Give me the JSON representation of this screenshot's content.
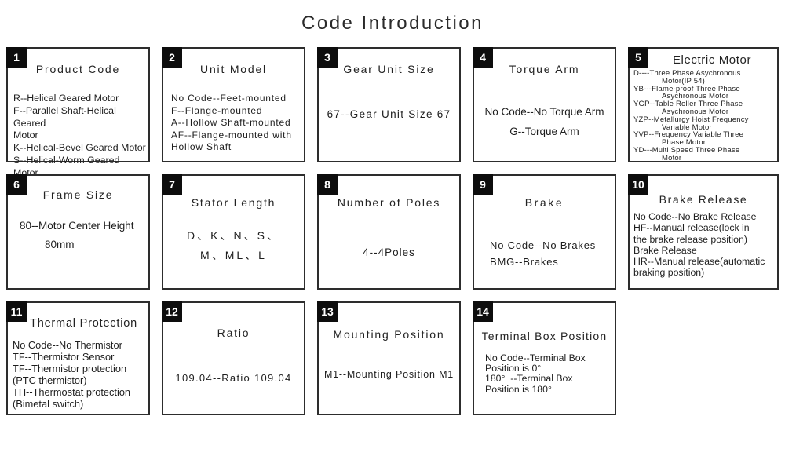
{
  "title": "Code Introduction",
  "colors": {
    "badge_bg": "#0d0d0d",
    "border": "#2d2d2d",
    "text": "#1e1e1e"
  },
  "boxes": [
    {
      "num": "1",
      "title": "Product Code",
      "lines": [
        {
          "text": "R--Helical Geared Motor"
        },
        {
          "text": "F--Parallel Shaft-Helical Geared"
        },
        {
          "text": "Motor"
        },
        {
          "text": "K--Helical-Bevel Geared Motor"
        },
        {
          "text": "S--Helical-Worm Geared Motor"
        }
      ]
    },
    {
      "num": "2",
      "title": "Unit Model",
      "lines": [
        {
          "text": "No Code--Feet-mounted"
        },
        {
          "text": "F--Flange-mounted"
        },
        {
          "text": "A--Hollow Shaft-mounted"
        },
        {
          "text": "AF--Flange-mounted with"
        },
        {
          "text": "Hollow Shaft"
        }
      ]
    },
    {
      "num": "3",
      "title": "Gear Unit Size",
      "lines": [
        {
          "text": "67--Gear Unit Size 67"
        }
      ]
    },
    {
      "num": "4",
      "title": "Torque Arm",
      "lines": [
        {
          "text": "No Code--No Torque Arm"
        },
        {
          "text": "G--Torque Arm"
        }
      ]
    },
    {
      "num": "5",
      "title": "Electric Motor",
      "lines": [
        {
          "text": "D----Three Phase Asychronous"
        },
        {
          "text": "Motor(IP 54)",
          "indent": true
        },
        {
          "text": "YB---Flame-proof Three Phase"
        },
        {
          "text": "Asychronous Motor",
          "indent": true
        },
        {
          "text": "YGP--Table Roller Three Phase"
        },
        {
          "text": "Asychronous Motor",
          "indent": true
        },
        {
          "text": "YZP--Metallurgy Hoist Frequency"
        },
        {
          "text": "Variable Motor",
          "indent": true
        },
        {
          "text": "YVP--Frequency Variable Three"
        },
        {
          "text": "Phase Motor",
          "indent": true
        },
        {
          "text": "YD---Multi Speed Three Phase"
        },
        {
          "text": "Motor",
          "indent": true
        }
      ]
    },
    {
      "num": "6",
      "title": "Frame Size",
      "lines": [
        {
          "text": "80--Motor Center Height"
        },
        {
          "text": "80mm",
          "indent": true
        }
      ]
    },
    {
      "num": "7",
      "title": "Stator Length",
      "lines": [
        {
          "text": "D、K、N、S、"
        },
        {
          "text": "M、ML、L"
        }
      ]
    },
    {
      "num": "8",
      "title": "Number of Poles",
      "lines": [
        {
          "text": "4--4Poles"
        }
      ]
    },
    {
      "num": "9",
      "title": "Brake",
      "lines": [
        {
          "text": "No Code--No Brakes"
        },
        {
          "text": "BMG--Brakes"
        }
      ]
    },
    {
      "num": "10",
      "title": "Brake Release",
      "lines": [
        {
          "text": "No Code--No Brake Release"
        },
        {
          "text": "HF--Manual release(lock in"
        },
        {
          "text": "the brake release position)"
        },
        {
          "text": "Brake Release"
        },
        {
          "text": "HR--Manual release(automatic"
        },
        {
          "text": "braking position)"
        }
      ]
    },
    {
      "num": "11",
      "title": "Thermal Protection",
      "lines": [
        {
          "text": "No Code--No Thermistor"
        },
        {
          "text": "TF--Thermistor Sensor"
        },
        {
          "text": "TF--Thermistor protection"
        },
        {
          "text": "(PTC thermistor)"
        },
        {
          "text": "TH--Thermostat protection"
        },
        {
          "text": "(Bimetal switch)"
        }
      ]
    },
    {
      "num": "12",
      "title": "Ratio",
      "lines": [
        {
          "text": "109.04--Ratio 109.04"
        }
      ]
    },
    {
      "num": "13",
      "title": "Mounting Position",
      "lines": [
        {
          "text": "M1--Mounting Position M1"
        }
      ]
    },
    {
      "num": "14",
      "title": "Terminal Box Position",
      "lines": [
        {
          "text": "No Code--Terminal Box"
        },
        {
          "text": "Position is 0°"
        },
        {
          "text": "180°  --Terminal Box"
        },
        {
          "text": "Position is 180°"
        }
      ]
    }
  ]
}
